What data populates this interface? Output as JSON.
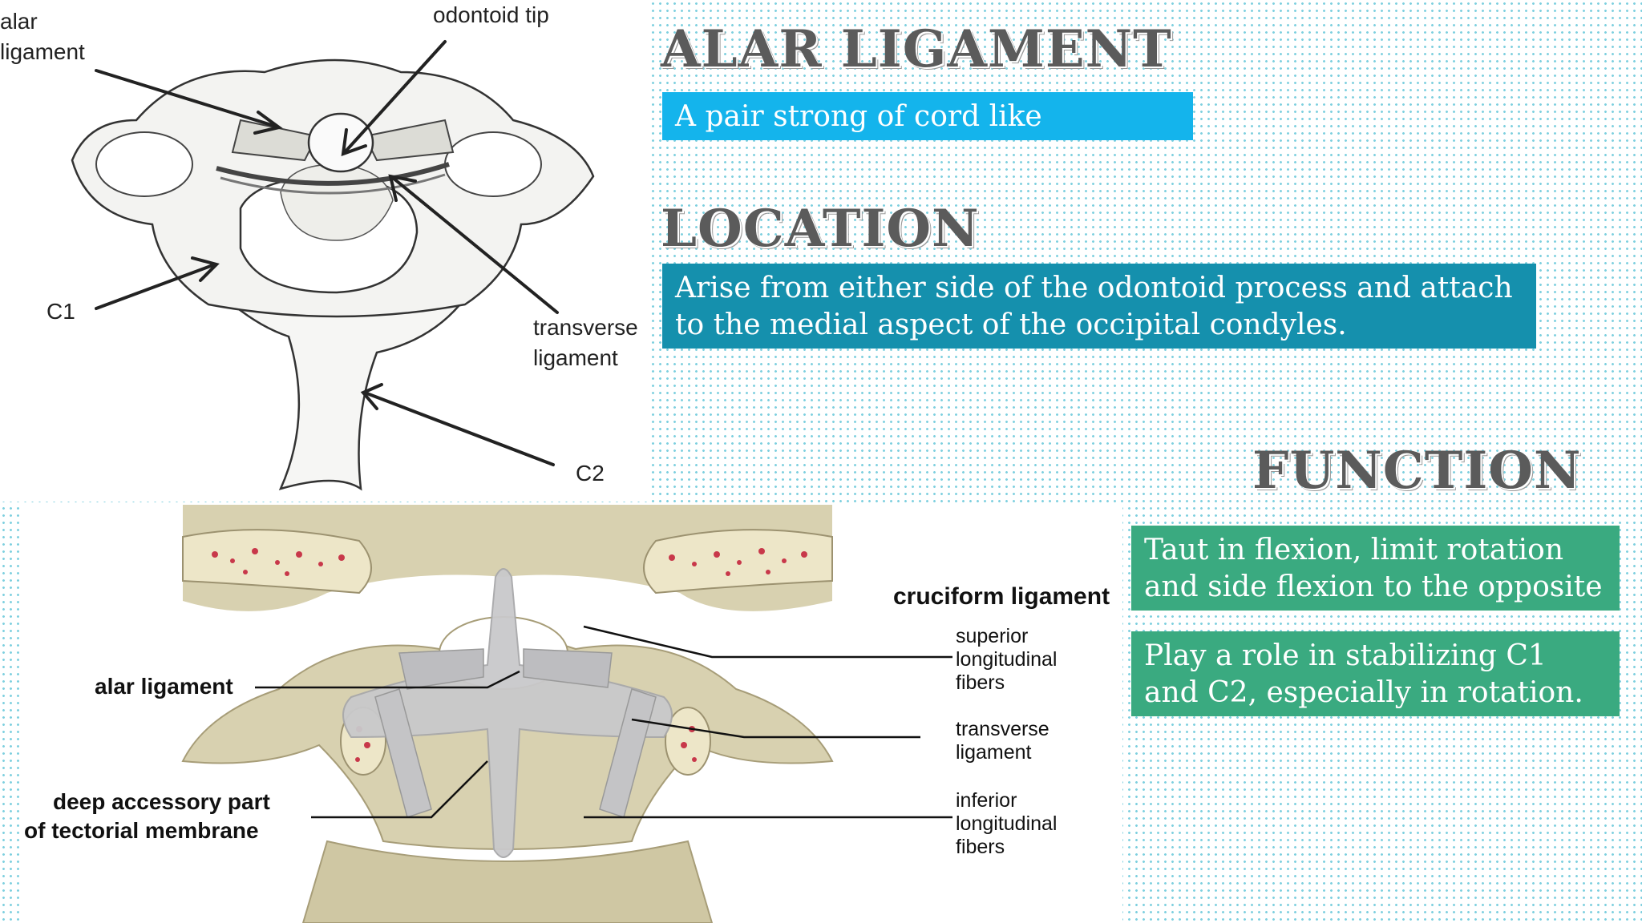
{
  "headings": {
    "title": "ALAR LIGAMENT",
    "location": "LOCATION",
    "function": "FUNCTION"
  },
  "boxes": {
    "definition": "A pair strong of cord like",
    "location": "Arise from either side of the odontoid process and attach to the medial aspect of the occipital condyles.",
    "function_1": "Taut in flexion, limit rotation and side flexion to the opposite",
    "function_2": "Play a role in stabilizing C1 and C2, especially in rotation."
  },
  "top_figure": {
    "alar_1": "alar",
    "alar_2": "ligament",
    "odontoid": "odontoid tip",
    "c1": "C1",
    "transverse_1": "transverse",
    "transverse_2": "ligament",
    "c2": "C2"
  },
  "bottom_figure": {
    "cruciform": "cruciform ligament",
    "superior_1": "superior",
    "superior_2": "longitudinal",
    "superior_3": "fibers",
    "alar": "alar ligament",
    "transverse_1": "transverse",
    "transverse_2": "ligament",
    "deep_1": "deep accessory part",
    "deep_2": "of tectorial membrane",
    "inferior_1": "inferior",
    "inferior_2": "longitudinal",
    "inferior_3": "fibers"
  },
  "colors": {
    "definition_box": "#14b4ec",
    "location_box": "#1590ad",
    "function_box": "#3aaa80",
    "dot_pattern": "#7fd0df",
    "bone": "#d8d1b0"
  }
}
